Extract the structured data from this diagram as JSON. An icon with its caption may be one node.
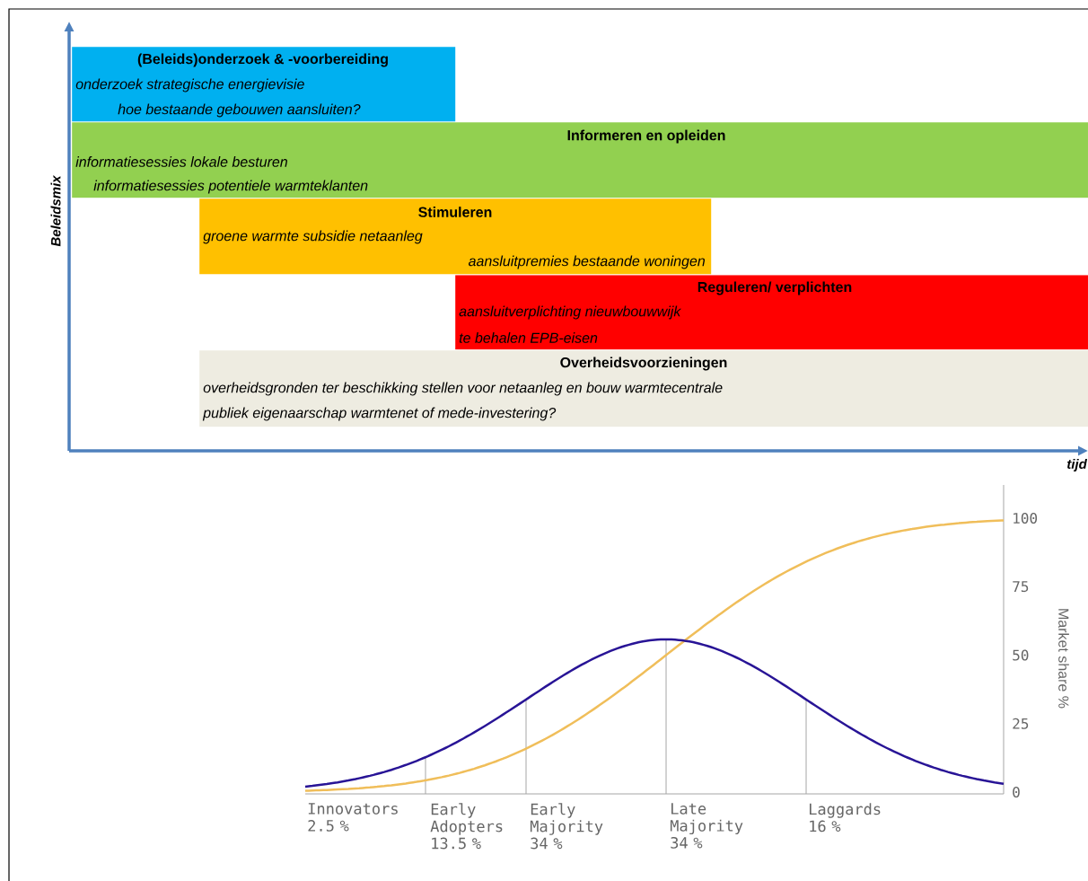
{
  "diagram": {
    "nodes": [
      {
        "text": [
          "(Beleids)onderzoek & -voorbereiding",
          "onderzoek strategische energievisie",
          "hoe bestaande gebouwen aansluiten?"
        ]
      },
      {
        "text": [
          "Informeren en opleiden",
          "informatiesessies lokale besturen",
          "informatiesessies potentiele warmteklanten"
        ]
      },
      {
        "text": [
          "Stimuleren",
          "groene warmte subsidie netaanleg",
          "aansluitpremies bestaande woningen"
        ]
      },
      {
        "text": [
          "Reguleren/ verplichten",
          "aansluitverplichting nieuwbouwwijk",
          "te behalen EPB-eisen"
        ]
      },
      {
        "text": [
          "Overheidsvoorzieningen",
          "overheidsgronden ter beschikking stellen voor netaanleg en bouw warmtecentrale",
          "publiek eigenaarschap warmtenet of mede-investering?"
        ]
      }
    ],
    "labels": [
      "Beleidsmix",
      "tijd",
      "100",
      "75",
      "50",
      "25",
      "0",
      "Market share %",
      "Innovators 2.5 %",
      "Early Adopters 13.5 %",
      "Early Majority 34 %",
      "Late Majority 34 %",
      "Laggards 16 %"
    ]
  }
}
